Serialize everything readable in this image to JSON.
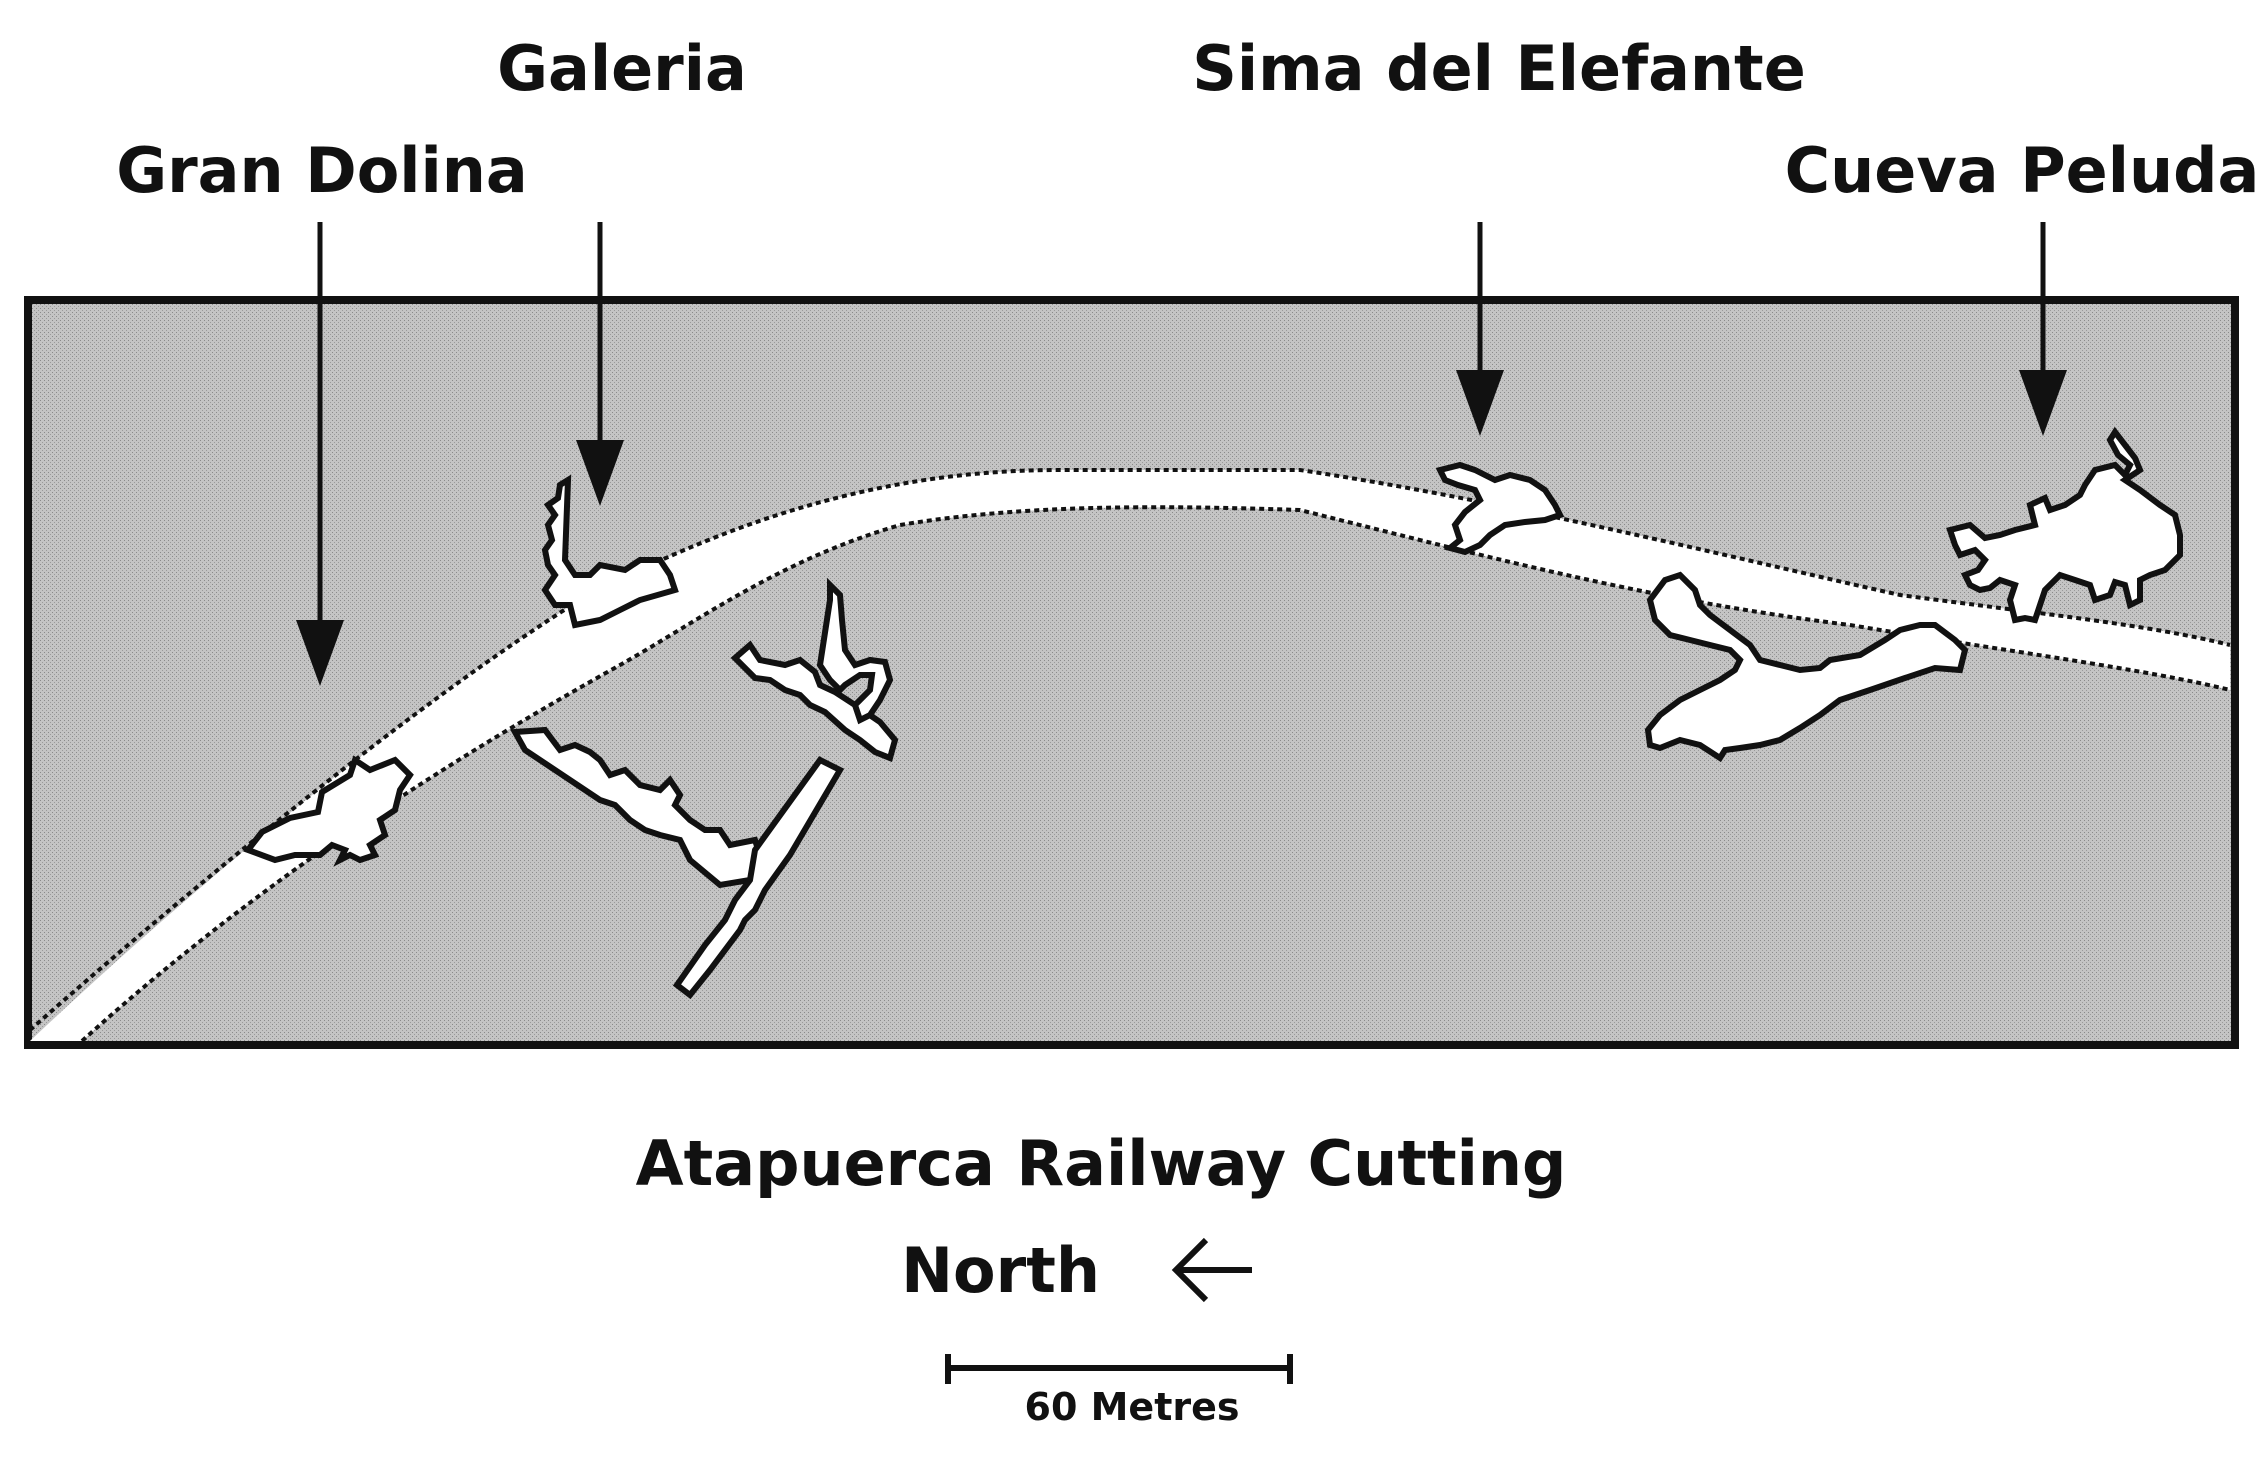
{
  "sites": [
    {
      "name": "Gran Dolina"
    },
    {
      "name": "Galeria"
    },
    {
      "name": "Sima del Elefante"
    },
    {
      "name": "Cueva Peluda"
    }
  ],
  "title": "Atapuerca Railway Cutting",
  "orientation": {
    "label": "North",
    "arrow": "left-arrow"
  },
  "scale_bar": {
    "label": "60 Metres"
  },
  "colors": {
    "background_fill": "#b5b5b5",
    "outline": "#111111",
    "cave_fill": "#ffffff"
  }
}
